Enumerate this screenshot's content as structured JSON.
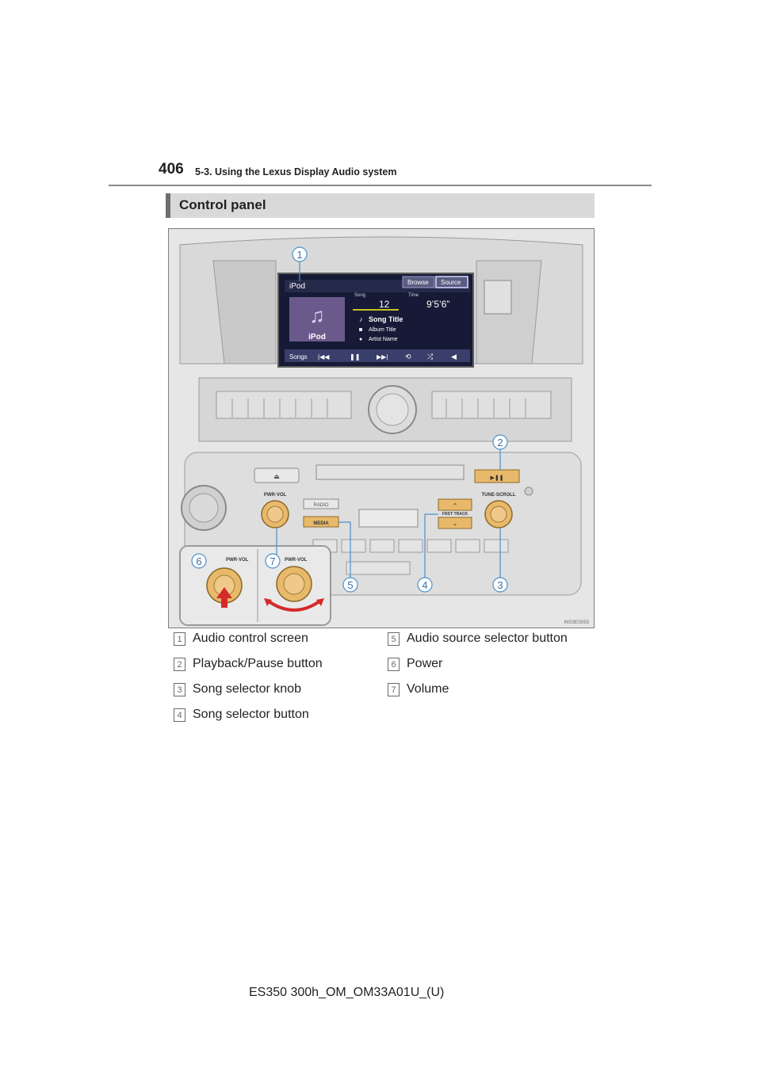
{
  "header": {
    "page_number": "406",
    "section": "5-3. Using the Lexus Display Audio system"
  },
  "panel": {
    "heading": "Control panel"
  },
  "figure": {
    "screen": {
      "source": "iPod",
      "browse_tab": "Browse",
      "source_tab": "Source",
      "song_label": "Song",
      "time_label": "Time",
      "song_number": "12",
      "time_value": "9’5’6”",
      "song_title": "Song Title",
      "album_title": "Album Title",
      "artist_name": "Artist Name",
      "artwork_label": "iPod",
      "songs_button": "Songs"
    },
    "controls": {
      "pwr_vol": "PWR·VOL",
      "radio": "RADIO",
      "media": "MEDIA",
      "fwd_track": "FRST·TRACK",
      "tune_scroll": "TUNE·SCROLL",
      "inset_left_label": "PWR·VOL",
      "inset_right_label": "PWR·VOL",
      "image_code": "INS3ES053"
    },
    "callouts": [
      "1",
      "2",
      "3",
      "4",
      "5",
      "6",
      "7"
    ]
  },
  "legend": [
    {
      "num": "1",
      "label": "Audio control screen"
    },
    {
      "num": "2",
      "label": "Playback/Pause button"
    },
    {
      "num": "3",
      "label": "Song selector knob"
    },
    {
      "num": "4",
      "label": "Song selector button"
    },
    {
      "num": "5",
      "label": "Audio source selector button"
    },
    {
      "num": "6",
      "label": "Power"
    },
    {
      "num": "7",
      "label": "Volume"
    }
  ],
  "footer": {
    "doc_code": "ES350 300h_OM_OM33A01U_(U)"
  },
  "colors": {
    "heading_bar": "#d9d9d9",
    "heading_accent": "#6e6e6e",
    "knob_gold": "#e8b96a",
    "callout_blue": "#4a90c8",
    "arrow_red": "#d42a2a"
  }
}
